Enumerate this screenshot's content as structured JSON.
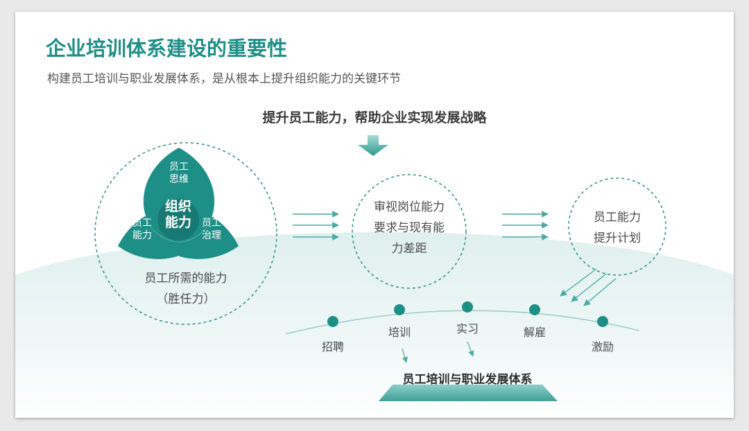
{
  "header": {
    "title": "企业培训体系建设的重要性",
    "subtitle": "构建员工培训与职业发展体系，是从根本上提升组织能力的关键环节"
  },
  "goal": {
    "text": "提升员工能力，帮助企业实现发展战略"
  },
  "competency": {
    "center": [
      "组织",
      "能力"
    ],
    "petals": {
      "top": [
        "员工",
        "思维"
      ],
      "left": [
        "员工",
        "能力"
      ],
      "right": [
        "员工",
        "治理"
      ]
    },
    "caption": [
      "员工所需的能力",
      "（胜任力）"
    ]
  },
  "gap": {
    "lines": [
      "审视岗位能力",
      "要求与现有能",
      "力差距"
    ]
  },
  "plan": {
    "lines": [
      "员工能力",
      "提升计划"
    ]
  },
  "stages": [
    "招聘",
    "培训",
    "实习",
    "解雇",
    "激励"
  ],
  "base": {
    "label": "员工培训与职业发展体系"
  },
  "colors": {
    "teal": "#1e8f86",
    "teal_dark": "#17756e",
    "dashed": "#2b8f87",
    "arrow": "#4aa9a3",
    "text": "#4b4b4b"
  }
}
